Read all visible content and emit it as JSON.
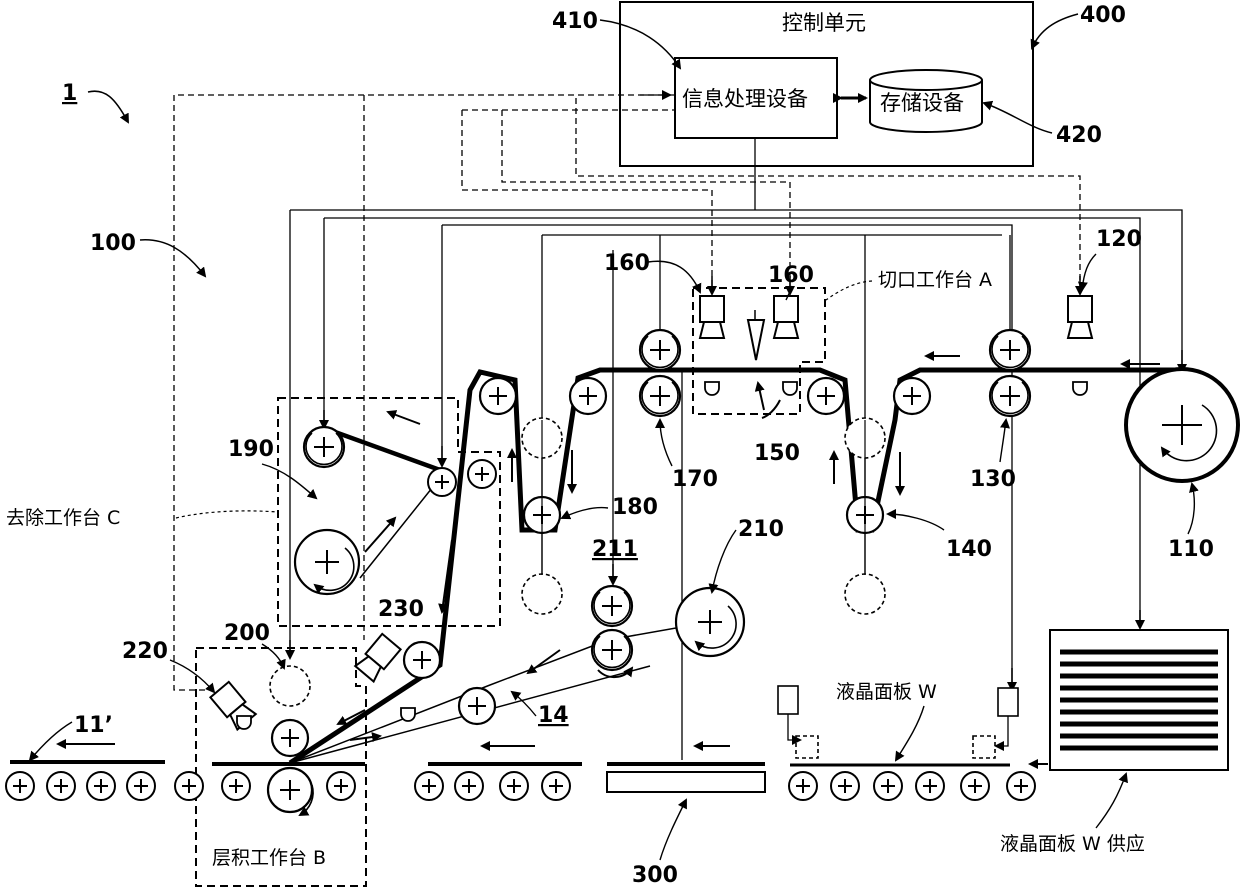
{
  "labels": {
    "system": "1",
    "control_unit_num": "400",
    "control_unit": "控制单元",
    "info_num": "410",
    "info_device": "信息处理设备",
    "storage_num": "420",
    "storage_device": "存储设备",
    "apparatus_num": "100",
    "n120": "120",
    "n160a": "160",
    "n160b": "160",
    "cut_station": "切口工作台 A",
    "n130": "130",
    "n110": "110",
    "n140": "140",
    "n150": "150",
    "n170": "170",
    "n180": "180",
    "n190": "190",
    "removal_station": "去除工作台 C",
    "n210": "210",
    "n211": "211",
    "n230": "230",
    "n200": "200",
    "n220": "220",
    "n11p": "11’",
    "n14": "14",
    "lc_panel": "液晶面板 W",
    "lc_supply": "液晶面板 W 供应",
    "laminate_station": "层积工作台 B",
    "n300": "300"
  }
}
